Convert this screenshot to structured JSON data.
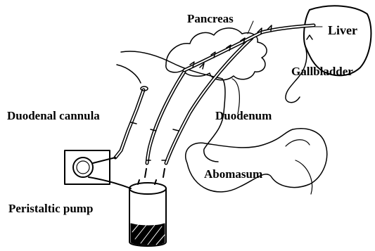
{
  "labels": {
    "pancreas": "Pancreas",
    "liver": "Liver",
    "gallbladder": "Gallbladder",
    "duodenal_cannula": "Duodenal cannula",
    "duodenum": "Duodenum",
    "abomasum": "Abomasum",
    "peristaltic_pump": "Peristaltic pump"
  },
  "colors": {
    "line": "#000000",
    "background": "#ffffff"
  }
}
